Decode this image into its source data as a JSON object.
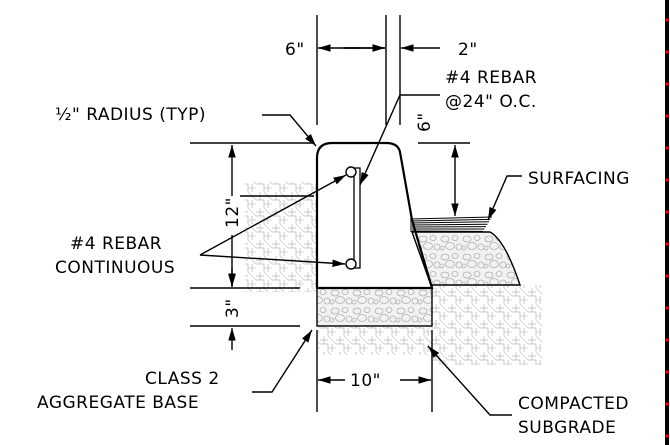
{
  "dimensions": {
    "top_width": "6\"",
    "setback": "2\"",
    "curb_height": "12\"",
    "base_depth": "3\"",
    "reveal": "6\"",
    "base_width": "10\""
  },
  "labels": {
    "radius": "½\" RADIUS (TYP)",
    "rebar_spacing_line1": "#4 REBAR",
    "rebar_spacing_line2": "@24\" O.C.",
    "rebar_continuous_line1": "#4 REBAR",
    "rebar_continuous_line2": "CONTINUOUS",
    "surfacing": "SURFACING",
    "aggregate_line1": "CLASS 2",
    "aggregate_line2": "AGGREGATE BASE",
    "subgrade_line1": "COMPACTED",
    "subgrade_line2": "SUBGRADE"
  },
  "colors": {
    "line": "#000000",
    "hatch": "#c8c8c8",
    "gravel": "#bdbdbd",
    "border_accent": "#ff0000"
  }
}
